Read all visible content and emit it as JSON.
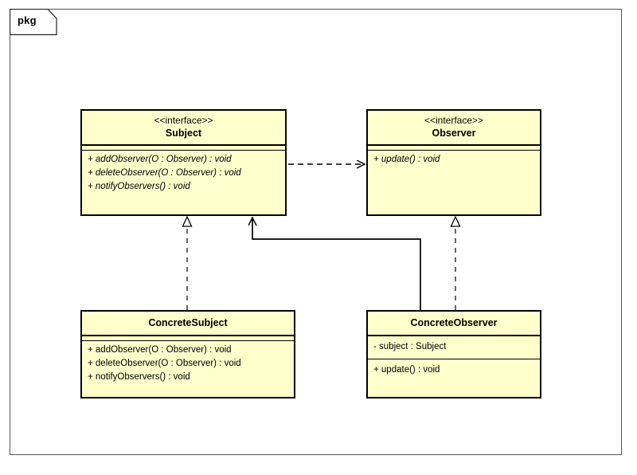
{
  "frame": {
    "label": "pkg",
    "border_color": "#555555"
  },
  "palette": {
    "box_fill": "#FFFFCC",
    "box_border": "#000000",
    "edge_color": "#000000",
    "frame_border": "#555555",
    "background": "#FFFFFF"
  },
  "classes": [
    {
      "id": "subject",
      "stereotype": "<<interface>>",
      "name": "Subject",
      "attributes": [],
      "operations": [
        "+ addObserver(O : Observer) : void",
        "+ deleteObserver(O : Observer) : void",
        "+ notifyObservers() : void"
      ],
      "abstract": true
    },
    {
      "id": "observer",
      "stereotype": "<<interface>>",
      "name": "Observer",
      "attributes": [],
      "operations": [
        "+ update() : void"
      ],
      "abstract": true
    },
    {
      "id": "concrete-subject",
      "stereotype": "",
      "name": "ConcreteSubject",
      "attributes": [],
      "operations": [
        "+ addObserver(O : Observer) : void",
        "+ deleteObserver(O : Observer) : void",
        "+ notifyObservers() : void"
      ],
      "abstract": false
    },
    {
      "id": "concrete-observer",
      "stereotype": "",
      "name": "ConcreteObserver",
      "attributes": [
        "- subject : Subject"
      ],
      "operations": [
        "+ update() : void"
      ],
      "abstract": false
    }
  ],
  "relationships": [
    {
      "id": "subject-uses-observer",
      "type": "dependency",
      "style": "dashed",
      "arrowhead": "open",
      "from": "subject",
      "to": "observer"
    },
    {
      "id": "concrete-subject-realizes-subject",
      "type": "realization",
      "style": "dashed",
      "arrowhead": "hollow-triangle",
      "from": "concrete-subject",
      "to": "subject"
    },
    {
      "id": "concrete-observer-realizes-observer",
      "type": "realization",
      "style": "dashed",
      "arrowhead": "hollow-triangle",
      "from": "concrete-observer",
      "to": "observer"
    },
    {
      "id": "concrete-observer-association-subject",
      "type": "association",
      "style": "solid",
      "arrowhead": "open",
      "from": "concrete-observer",
      "to": "subject"
    }
  ]
}
